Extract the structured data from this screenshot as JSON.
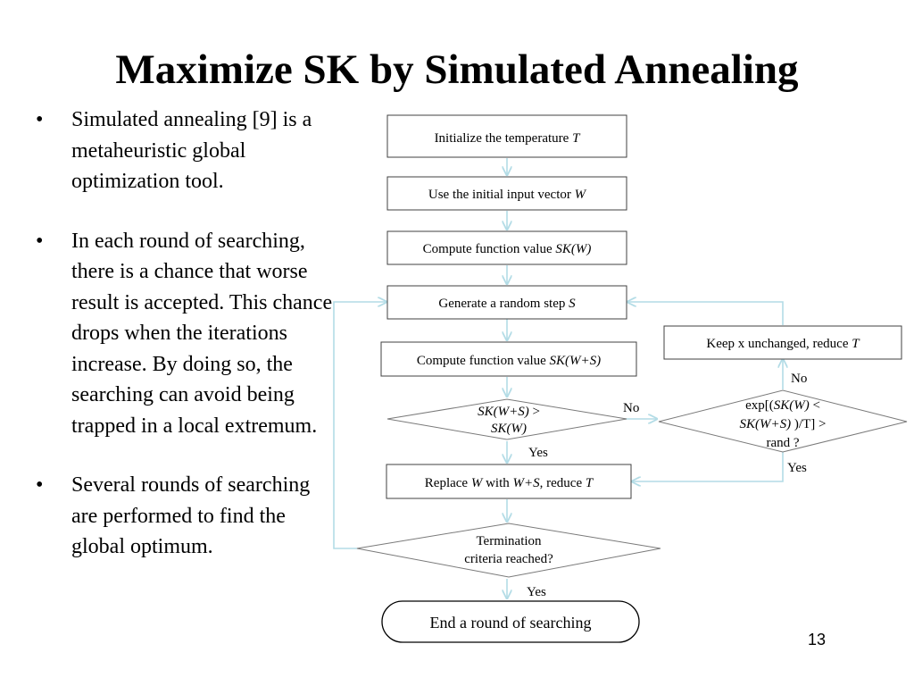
{
  "slide": {
    "title": "Maximize SK by Simulated Annealing",
    "page_number": "13"
  },
  "bullets": [
    "Simulated annealing [9] is a metaheuristic  global optimization tool.",
    "In each round of searching, there is a chance that worse result is accepted. This chance drops when the iterations increase. By doing so, the searching can avoid being trapped in a local extremum.",
    "Several rounds of searching are performed to find the global optimum."
  ],
  "flowchart": {
    "init": {
      "text": "Initialize the temperature ",
      "var": "T"
    },
    "initial_vector": {
      "text": "Use the initial input vector ",
      "var": "W"
    },
    "compute_sk": {
      "text": "Compute function value ",
      "var": "SK(W)"
    },
    "random_step": {
      "text": "Generate a random step ",
      "var": "S"
    },
    "compute_sk_ws": {
      "text": "Compute function value ",
      "var": "SK(W+S)"
    },
    "compare": {
      "line1_var": "SK(W+S)",
      "line1_rest": " >",
      "line2_var": "SK(W)"
    },
    "replace": {
      "t1": "Replace ",
      "v1": "W",
      "t2": " with ",
      "v2": "W+S",
      "t3": ", reduce ",
      "v3": "T"
    },
    "termination": {
      "line1": "Termination",
      "line2": "criteria reached?"
    },
    "end": "End a round of searching",
    "keep": {
      "text": "Keep x unchanged, reduce ",
      "var": "T"
    },
    "exp_check": {
      "l1_pre": "exp[(",
      "l1_var": "SK(W)",
      "l1_post": " <",
      "l2_var": "SK(W+S)",
      "l2_post": " )/T] >",
      "l3": "rand ?"
    },
    "labels": {
      "compare_no": "No",
      "compare_yes": "Yes",
      "exp_no": "No",
      "exp_yes": "Yes",
      "term_yes": "Yes"
    },
    "colors": {
      "connector": "#b3dce6",
      "box_border": "#404040"
    }
  }
}
